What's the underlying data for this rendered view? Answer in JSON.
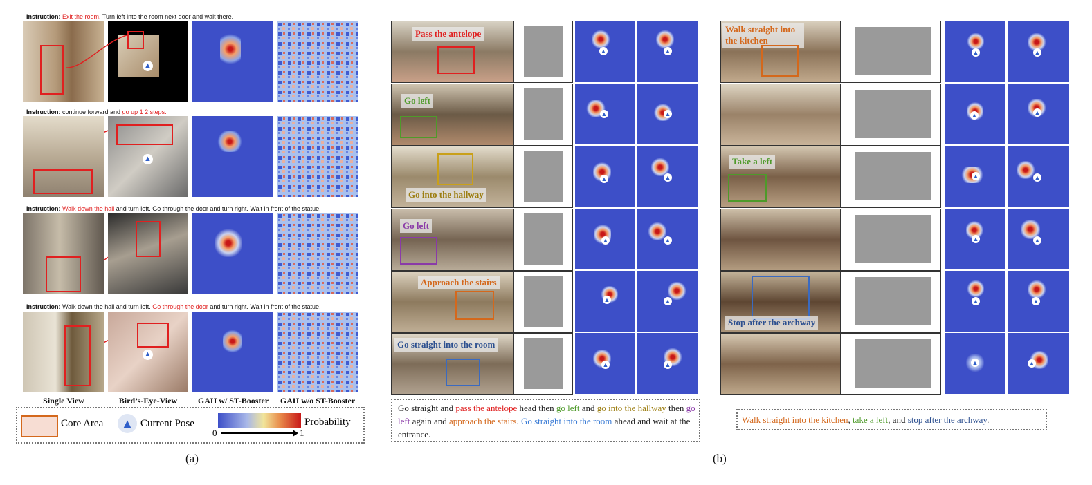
{
  "panel_a": {
    "rows": [
      {
        "instr_label": "Instruction:",
        "instr_red": "Exit the room.",
        "instr_rest": " Turn left into the room next door and wait there."
      },
      {
        "instr_label": "Instruction:",
        "instr_pre": " continue forward and ",
        "instr_red": "go up 1 2 steps."
      },
      {
        "instr_label": "Instruction:",
        "instr_red": "Walk down the hall",
        "instr_rest": " and turn left. Go through the door and turn right. Wait in front of the statue."
      },
      {
        "instr_label": "Instruction:",
        "instr_pre": " Walk down the hall and turn left. ",
        "instr_red": "Go through the door",
        "instr_rest": " and turn right. Wait in front of the statue."
      }
    ],
    "columns": [
      "Single View",
      "Bird’s-Eye-View",
      "GAH w/ ST-Booster",
      "GAH w/o ST-Booster"
    ],
    "legend": {
      "core_area": "Core Area",
      "current_pose": "Current Pose",
      "probability": "Probability",
      "min": "0",
      "max": "1"
    },
    "caption": "(a)"
  },
  "panel_b1": {
    "labels": [
      "Pass the antelope",
      "Go left",
      "Go into the hallway",
      "Go left",
      "Approach the stairs",
      "Go straight into the room"
    ],
    "sentence": {
      "s1": "Go straight and ",
      "s2": "pass the antelope",
      "s3": " head then ",
      "s4": "go left",
      "s5": " and ",
      "s6": "go into the",
      "s7": "hallway",
      "s8": " then ",
      "s9": "go left",
      "s10": " again and ",
      "s11": "approach the stairs",
      "s12": ". ",
      "s13": "Go straight into the",
      "s14": "room",
      "s15": " ahead and wait at the entrance."
    }
  },
  "panel_b2": {
    "labels": [
      "Walk straight into the kitchen",
      "Take a left",
      "Stop after the archway"
    ],
    "sentence": {
      "s1": "Walk straight into the kitchen",
      "s2": ", ",
      "s3": "take a left",
      "s4": ", and ",
      "s5": "stop after the archway",
      "s6": "."
    }
  },
  "caption_b": "(b)",
  "colors": {
    "heat_bg": "#3d4fc8",
    "heat_peak": "#d42020",
    "core_box": "#e02020"
  }
}
